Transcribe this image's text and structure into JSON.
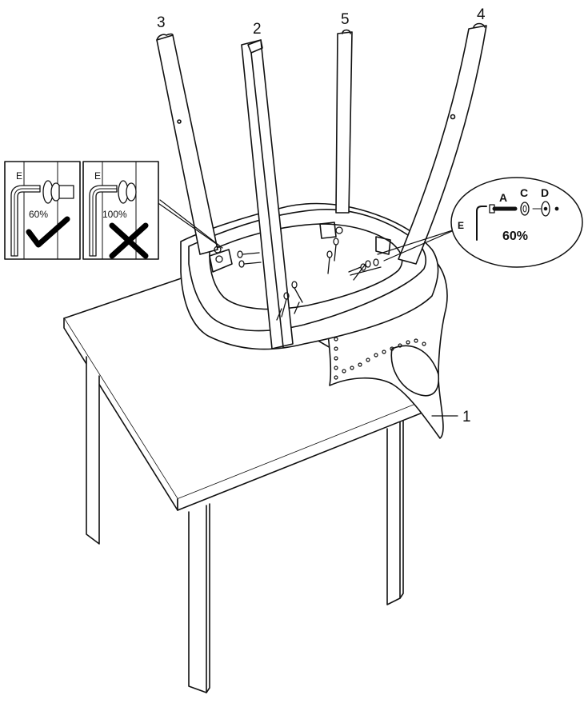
{
  "colors": {
    "line": "#111111",
    "background": "#ffffff"
  },
  "labels": {
    "leg_3": "3",
    "leg_2": "2",
    "leg_5": "5",
    "leg_4": "4",
    "seat_1": "1"
  },
  "inset_correct": {
    "tool_label": "E",
    "percent": "60%",
    "mark": "check-icon"
  },
  "inset_incorrect": {
    "tool_label": "E",
    "percent": "100%",
    "mark": "cross-icon"
  },
  "hardware_callout": {
    "tool_label": "E",
    "bolt_label": "A",
    "lock_washer_label": "C",
    "washer_label": "D",
    "tighten_percent": "60%"
  }
}
